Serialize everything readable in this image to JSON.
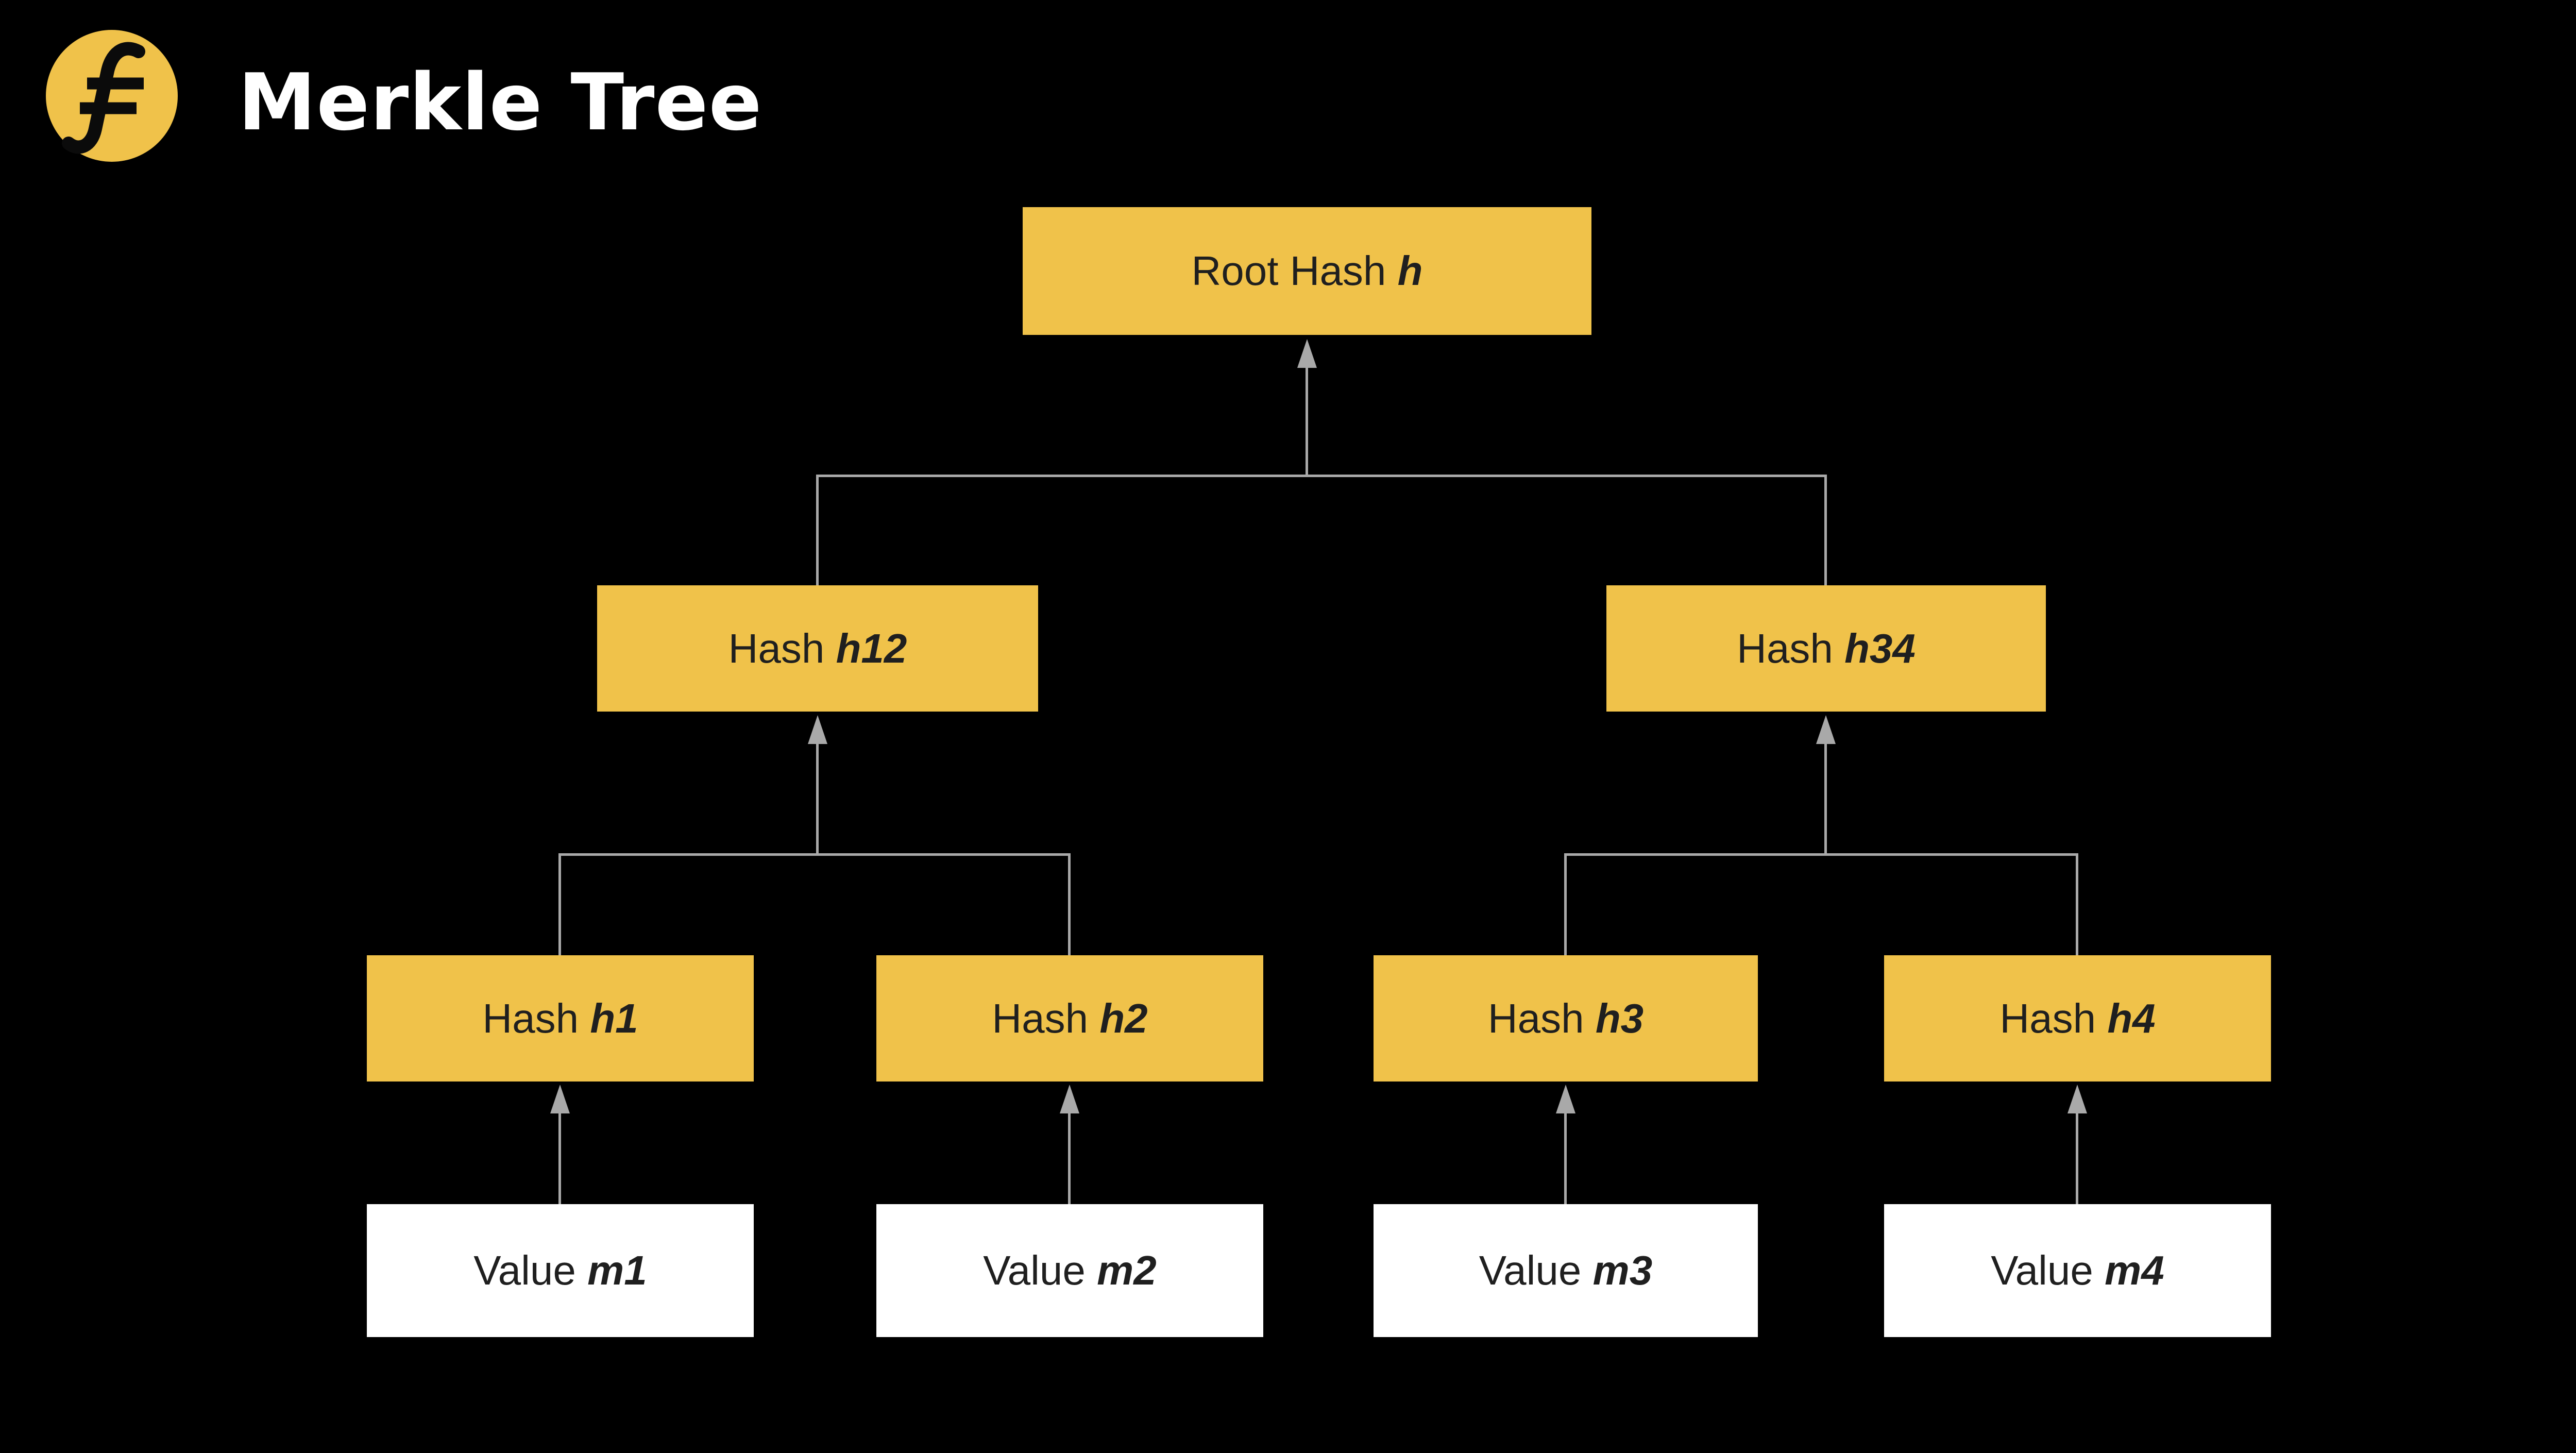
{
  "header": {
    "title": "Merkle Tree",
    "logo": "filecoin-florin-mark"
  },
  "colors": {
    "background": "#000000",
    "hash_node_fill": "#F0C24A",
    "value_node_fill": "#FFFFFF",
    "node_text": "#1F1F1F",
    "connector": "#A9A9A9",
    "title_text": "#FFFFFF",
    "logo_fill": "#F0C24A",
    "logo_glyph": "#0B0B0B"
  },
  "tree": {
    "root": {
      "prefix": "Root Hash ",
      "em": "h"
    },
    "level2": [
      {
        "prefix": "Hash ",
        "em": "h12"
      },
      {
        "prefix": "Hash ",
        "em": "h34"
      }
    ],
    "leaves": [
      {
        "prefix": "Hash ",
        "em": "h1"
      },
      {
        "prefix": "Hash ",
        "em": "h2"
      },
      {
        "prefix": "Hash ",
        "em": "h3"
      },
      {
        "prefix": "Hash ",
        "em": "h4"
      }
    ],
    "values": [
      {
        "prefix": "Value ",
        "em": "m1"
      },
      {
        "prefix": "Value ",
        "em": "m2"
      },
      {
        "prefix": "Value ",
        "em": "m3"
      },
      {
        "prefix": "Value ",
        "em": "m4"
      }
    ]
  }
}
